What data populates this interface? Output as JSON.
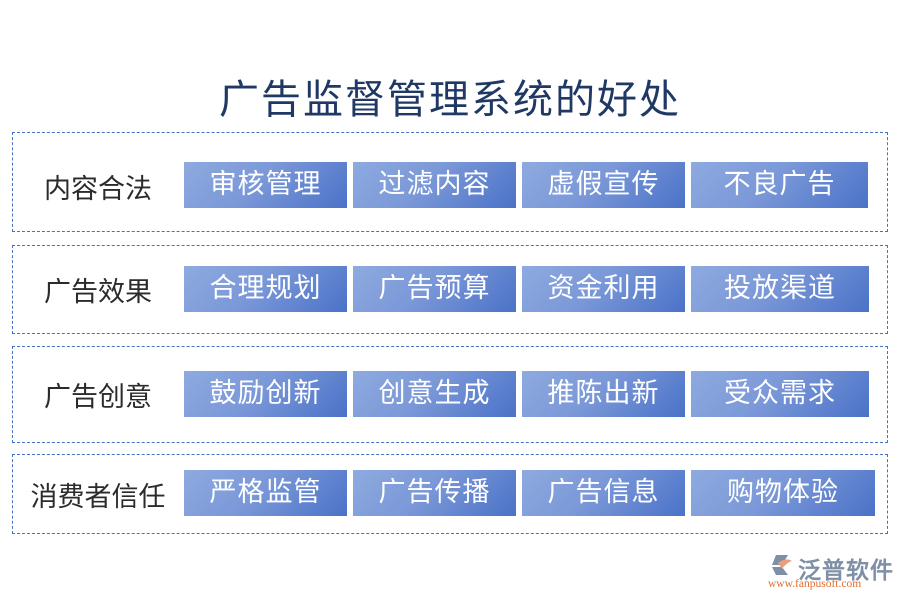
{
  "title": "广告监督管理系统的好处",
  "rows": [
    {
      "label": "内容合法",
      "items": [
        "审核管理",
        "过滤内容",
        "虚假宣传",
        "不良广告"
      ]
    },
    {
      "label": "广告效果",
      "items": [
        "合理规划",
        "广告预算",
        "资金利用",
        "投放渠道"
      ]
    },
    {
      "label": "广告创意",
      "items": [
        "鼓励创新",
        "创意生成",
        "推陈出新",
        "受众需求"
      ]
    },
    {
      "label": "消费者信任",
      "items": [
        "严格监管",
        "广告传播",
        "广告信息",
        "购物体验"
      ]
    }
  ],
  "logo": {
    "name": "泛普软件",
    "url": "www.fanpusoft.com",
    "icon": "fanpu-logo-icon"
  },
  "colors": {
    "title": "#1f3864",
    "border": "#4472c4",
    "button_light": "#8eaadf",
    "button_dark": "#4a72c8"
  }
}
